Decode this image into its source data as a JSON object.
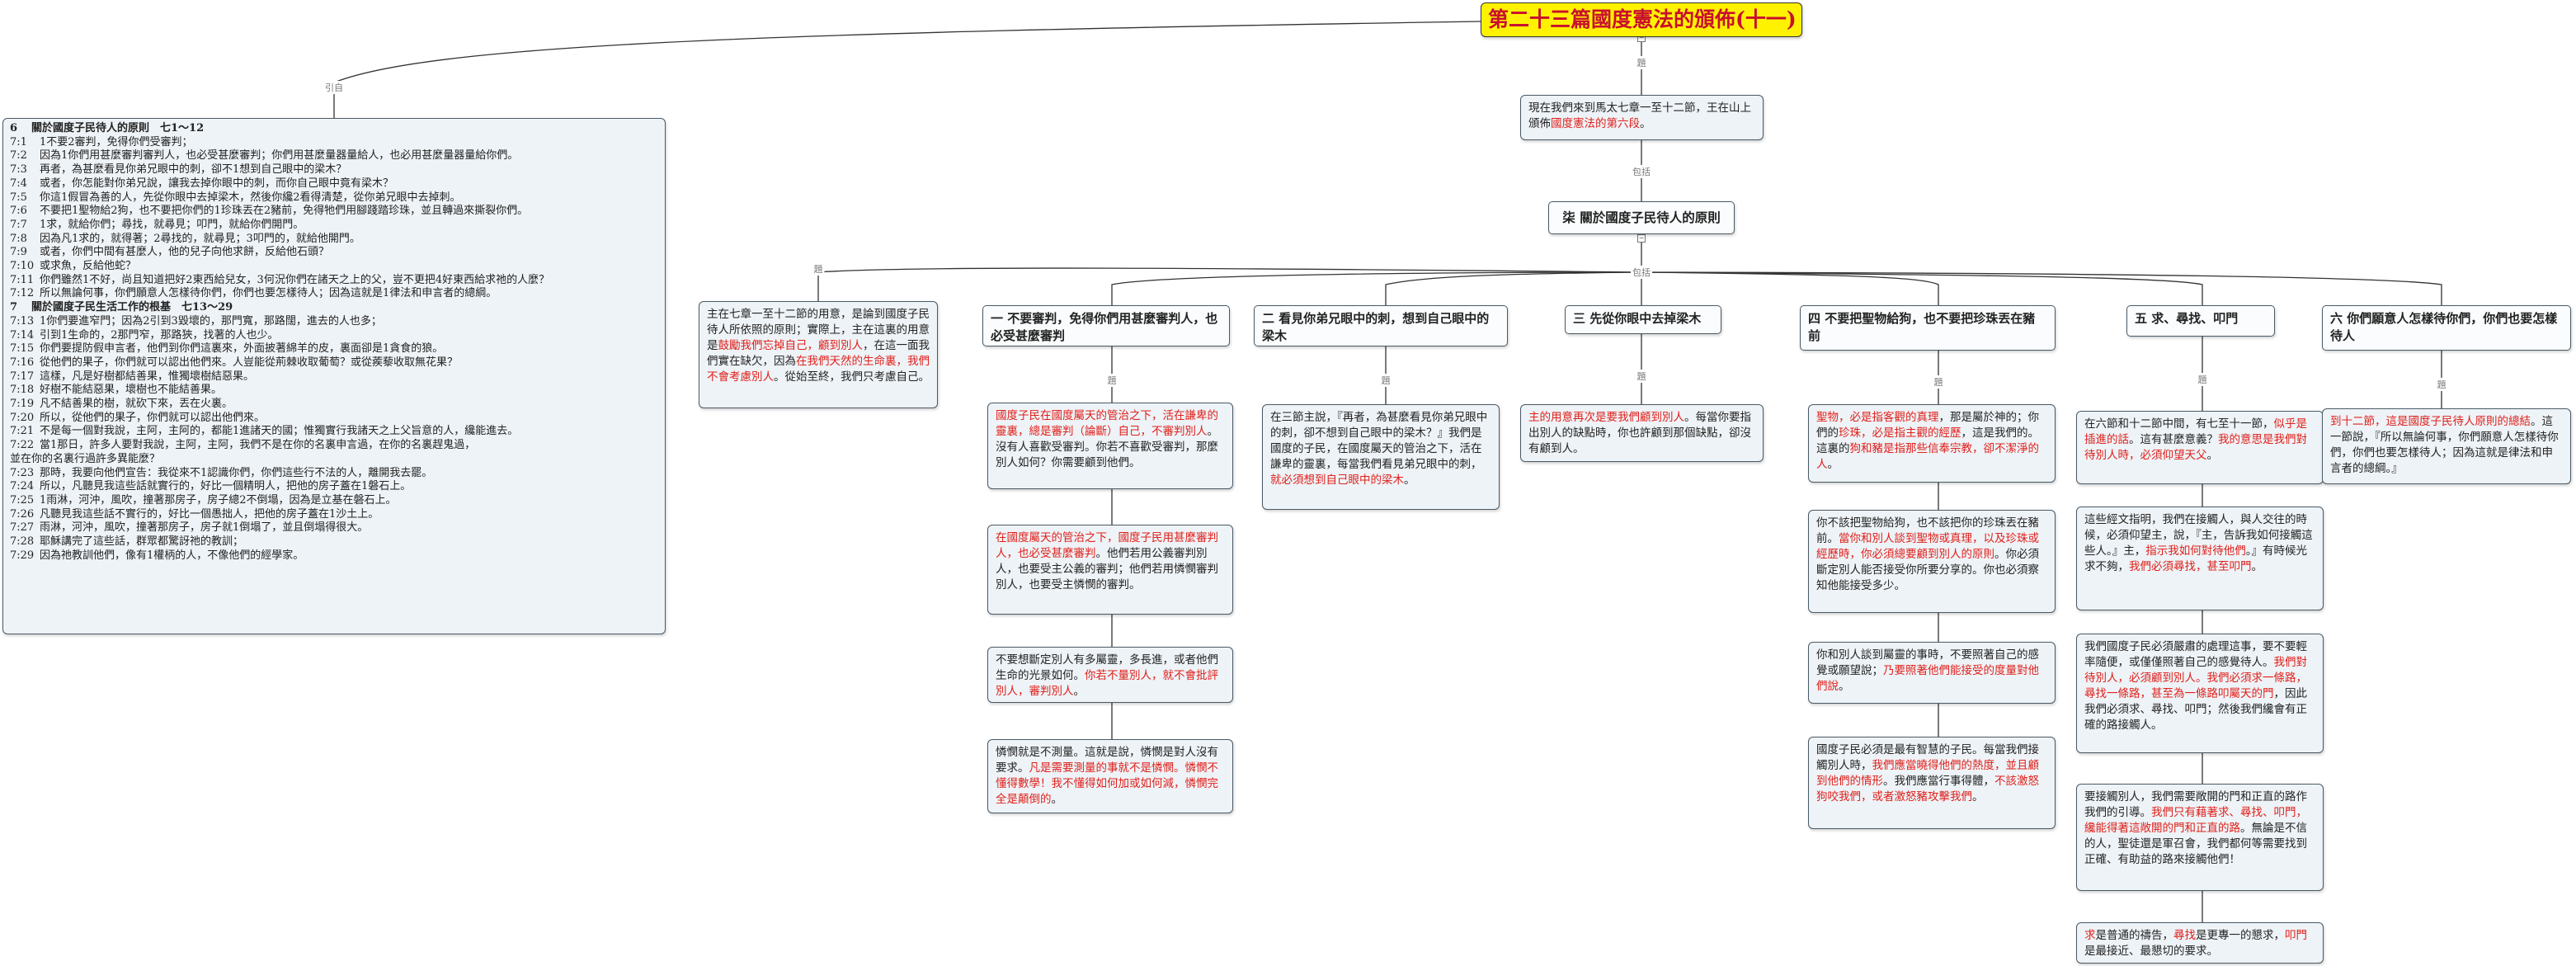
{
  "root": {
    "title": "第二十三篇國度憲法的頒佈(十一)"
  },
  "labels": {
    "ref": "引自",
    "root_to_intro": "題",
    "intro_to_section": "包括",
    "section_to_children": "包括",
    "sub": "題"
  },
  "intro": [
    {
      "t": "現在我們來到馬太七章一至十二節，王在山上頒佈",
      "r": false
    },
    {
      "t": "國度憲法的第六段",
      "r": true
    },
    {
      "t": "。",
      "r": false
    }
  ],
  "section": {
    "title": "柒 關於國度子民待人的原則"
  },
  "overview": [
    {
      "t": "主在七章一至十二節的用意，是論到國度子民待人所依照的原則；實際上，主在這裏的用意是",
      "r": false
    },
    {
      "t": "鼓勵我們忘掉自己，顧到別人",
      "r": true
    },
    {
      "t": "，在這一面我們實在缺欠，因為",
      "r": false
    },
    {
      "t": "在我們天然的生命裏，我們不會考慮別人",
      "r": true
    },
    {
      "t": "。從始至終，我們只考慮自己。",
      "r": false
    }
  ],
  "columns": [
    {
      "title": "一 不要審判，免得你們用甚麼審判人，也必受甚麼審判",
      "notes": [
        [
          {
            "t": "國度子民在國度屬天的管治之下，活在謙卑的靈裏，總是審判（論斷）自己，不審判別人",
            "r": true
          },
          {
            "t": "。沒有人喜歡受審判。你若不喜歡受審判，那麼別人如何？你需要顧到他們。",
            "r": false
          }
        ],
        [
          {
            "t": "在國度屬天的管治之下，國度子民用甚麼審判人，也必受甚麼審判",
            "r": true
          },
          {
            "t": "。他們若用公義審判別人，也要受主公義的審判；他們若用憐憫審判別人，也要受主憐憫的審判。",
            "r": false
          }
        ],
        [
          {
            "t": "不要想斷定別人有多屬靈，多長進，或者他們生命的光景如何。",
            "r": false
          },
          {
            "t": "你若不量別人，就不會批評別人，審判別人",
            "r": true
          },
          {
            "t": "。",
            "r": false
          }
        ],
        [
          {
            "t": "憐憫就是不測量。這就是說，憐憫是對人沒有要求。",
            "r": false
          },
          {
            "t": "凡是需要測量的事就不是憐憫。憐憫不懂得數學！我不懂得如何加或如何減，憐憫完全是顛倒的",
            "r": true
          },
          {
            "t": "。",
            "r": false
          }
        ]
      ]
    },
    {
      "title": "二 看見你弟兄眼中的刺，想到自己眼中的梁木",
      "notes": [
        [
          {
            "t": "在三節主說，『再者，為甚麼看見你弟兄眼中的刺，卻不想到自己眼中的梁木？』我們是國度的子民，在國度屬天的管治之下，活在謙卑的靈裏，每當我們看見弟兄眼中的刺，",
            "r": false
          },
          {
            "t": "就必須想到自己眼中的梁木",
            "r": true
          },
          {
            "t": "。",
            "r": false
          }
        ]
      ]
    },
    {
      "title": "三 先從你眼中去掉梁木",
      "notes": [
        [
          {
            "t": "主的用意再次是要我們顧到別人",
            "r": true
          },
          {
            "t": "。每當你要指出別人的缺點時，你也許顧到那個缺點，卻沒有顧到人。",
            "r": false
          }
        ]
      ]
    },
    {
      "title": "四 不要把聖物給狗，也不要把珍珠丟在豬前",
      "notes": [
        [
          {
            "t": "聖物，必是指客觀的真理",
            "r": true
          },
          {
            "t": "，那是屬於神的；你們的",
            "r": false
          },
          {
            "t": "珍珠，必是指主觀的經歷",
            "r": true
          },
          {
            "t": "，這是我們的。這裏的",
            "r": false
          },
          {
            "t": "狗和豬是指那些信奉宗教，卻不潔淨的人",
            "r": true
          },
          {
            "t": "。",
            "r": false
          }
        ],
        [
          {
            "t": "你不該把聖物給狗，也不該把你的珍珠丟在豬前。",
            "r": false
          },
          {
            "t": "當你和別人談到聖物或真理，以及珍珠或經歷時，你必須總要顧到別人的原則",
            "r": true
          },
          {
            "t": "。你必須斷定別人能否接受你所要分享的。你也必須察知他能接受多少。",
            "r": false
          }
        ],
        [
          {
            "t": "你和別人談到屬靈的事時，不要照著自己的感覺或願望說；",
            "r": false
          },
          {
            "t": "乃要照著他們能接受的度量對他們說",
            "r": true
          },
          {
            "t": "。",
            "r": false
          }
        ],
        [
          {
            "t": "國度子民必須是最有智慧的子民。每當我們接觸別人時，",
            "r": false
          },
          {
            "t": "我們應當曉得他們的熱度，並且顧到他們的情形",
            "r": true
          },
          {
            "t": "。我們應當行事得體，",
            "r": false
          },
          {
            "t": "不該激怒狗咬我們，或者激怒豬攻擊我們",
            "r": true
          },
          {
            "t": "。",
            "r": false
          }
        ]
      ]
    },
    {
      "title": "五 求、尋找、叩門",
      "notes": [
        [
          {
            "t": "在六節和十二節中間，有七至十一節，",
            "r": false
          },
          {
            "t": "似乎是插進的話",
            "r": true
          },
          {
            "t": "。這有甚麼意義？",
            "r": false
          },
          {
            "t": "我的意思是我們對待別人時，必須仰望天父",
            "r": true
          },
          {
            "t": "。",
            "r": false
          }
        ],
        [
          {
            "t": "這些經文指明，我們在接觸人，與人交往的時候，必須仰望主，說，『主，告訴我如何接觸這些人。』主，",
            "r": false
          },
          {
            "t": "指示我如何對待他們",
            "r": true
          },
          {
            "t": "。』有時候光求不夠，",
            "r": false
          },
          {
            "t": "我們必須尋找，甚至叩門",
            "r": true
          },
          {
            "t": "。",
            "r": false
          }
        ],
        [
          {
            "t": "我們國度子民必須嚴肅的處理這事，要不要輕率隨便，或僅僅照著自己的感覺待人。",
            "r": false
          },
          {
            "t": "我們對待別人，必須顧到別人。我們必須求一條路，尋找一條路，甚至為一條路叩屬天的門",
            "r": true
          },
          {
            "t": "，因此我們必須求、尋找、叩門；然後我們纔會有正確的路接觸人。",
            "r": false
          }
        ],
        [
          {
            "t": "要接觸別人，我們需要敞開的門和正直的路作我們的引導。",
            "r": false
          },
          {
            "t": "我們只有藉著求、尋找、叩門，纔能得著這敞開的門和正直的路",
            "r": true
          },
          {
            "t": "。無論是不信的人，聖徒還是軍召會，我們都何等需要找到正確、有助益的路來接觸他們！",
            "r": false
          }
        ],
        [
          {
            "t": "求",
            "r": true
          },
          {
            "t": "是普通的禱告，",
            "r": false
          },
          {
            "t": "尋找",
            "r": true
          },
          {
            "t": "是更專一的懇求，",
            "r": false
          },
          {
            "t": "叩門",
            "r": true
          },
          {
            "t": "是最接近、最懇切的要求。",
            "r": false
          }
        ]
      ]
    },
    {
      "title": "六 你們願意人怎樣待你們，你們也要怎樣待人",
      "notes": [
        [
          {
            "t": "到十二節，這是國度子民待人原則的總結",
            "r": true
          },
          {
            "t": "。這一節說，『所以無論何事，你們願意人怎樣待你們，你們也要怎樣待人；因為這就是律法和申言者的總綱。』",
            "r": false
          }
        ]
      ]
    }
  ],
  "reference": [
    {
      "h": true,
      "n": "6",
      "t": "關於國度子民待人的原則　七1～12"
    },
    {
      "n": "7:1",
      "t": "1不要2審判，免得你們受審判；"
    },
    {
      "n": "7:2",
      "t": "因為1你們用甚麼審判審判人，也必受甚麼審判；你們用甚麼量器量給人，也必用甚麼量器量給你們。"
    },
    {
      "n": "7:3",
      "t": "再者，為甚麼看見你弟兄眼中的刺，卻不1想到自己眼中的梁木？"
    },
    {
      "n": "7:4",
      "t": "或者，你怎能對你弟兄說，讓我去掉你眼中的刺，而你自己眼中竟有梁木？"
    },
    {
      "n": "7:5",
      "t": "你這1假冒為善的人，先從你眼中去掉梁木，然後你纔2看得清楚，從你弟兄眼中去掉刺。"
    },
    {
      "n": "7:6",
      "t": "不要把1聖物給2狗，也不要把你們的1珍珠丟在2豬前，免得牠們用腳踐踏珍珠，並且轉過來撕裂你們。"
    },
    {
      "n": "7:7",
      "t": "1求，就給你們；尋找，就尋見；叩門，就給你們開門。"
    },
    {
      "n": "7:8",
      "t": "因為凡1求的，就得著；2尋找的，就尋見；3叩門的，就給他開門。"
    },
    {
      "n": "7:9",
      "t": "或者，你們中間有甚麼人，他的兒子向他求餅，反給他石頭？"
    },
    {
      "n": "7:10",
      "t": "或求魚，反給他蛇？"
    },
    {
      "n": "7:11",
      "t": "你們雖然1不好，尚且知道把好2東西給兒女，3何況你們在諸天之上的父，豈不更把4好東西給求祂的人麼？"
    },
    {
      "n": "7:12",
      "t": "所以無論何事，你們願意人怎樣待你們，你們也要怎樣待人；因為這就是1律法和申言者的總綱。"
    },
    {
      "h": true,
      "n": "7",
      "t": "關於國度子民生活工作的根基　七13～29"
    },
    {
      "n": "7:13",
      "t": "1你們要進窄門；因為2引到3毀壞的，那門寬，那路闊，進去的人也多；"
    },
    {
      "n": "7:14",
      "t": "引到1生命的，2那門窄，那路狹，找著的人也少。"
    },
    {
      "n": "7:15",
      "t": "你們要提防假申言者，他們到你們這裏來，外面披著綿羊的皮，裏面卻是1貪食的狼。"
    },
    {
      "n": "7:16",
      "t": "從他們的果子，你們就可以認出他們來。人豈能從荊棘收取葡萄？或從蒺藜收取無花果？"
    },
    {
      "n": "7:17",
      "t": "這樣，凡是好樹都結善果，惟獨壞樹結惡果。"
    },
    {
      "n": "7:18",
      "t": "好樹不能結惡果，壞樹也不能結善果。"
    },
    {
      "n": "7:19",
      "t": "凡不結善果的樹，就砍下來，丟在火裏。"
    },
    {
      "n": "7:20",
      "t": "所以，從他們的果子，你們就可以認出他們來。"
    },
    {
      "n": "7:21",
      "t": "不是每一個對我說，主阿，主阿的，都能1進諸天的國；惟獨實行我諸天之上父旨意的人，纔能進去。"
    },
    {
      "n": "7:22",
      "t": "當1那日，許多人要對我說，主阿，主阿，我們不是在你的名裏申言過，在你的名裏趕鬼過，"
    },
    {
      "c": true,
      "t": "並在你的名裏行過許多異能麼？"
    },
    {
      "n": "7:23",
      "t": "那時，我要向他們宣告：我從來不1認識你們，你們這些行不法的人，離開我去罷。"
    },
    {
      "n": "7:24",
      "t": "所以，凡聽見我這些話就實行的，好比一個精明人，把他的房子蓋在1磐石上。"
    },
    {
      "n": "7:25",
      "t": "1雨淋，河沖，風吹，撞著那房子，房子總2不倒塌，因為是立基在磐石上。"
    },
    {
      "n": "7:26",
      "t": "凡聽見我這些話不實行的，好比一個愚拙人，把他的房子蓋在1沙土上。"
    },
    {
      "n": "7:27",
      "t": "雨淋，河沖，風吹，撞著那房子，房子就1倒塌了，並且倒塌得很大。"
    },
    {
      "n": "7:28",
      "t": "耶穌講完了這些話，群眾都驚訝祂的教訓；"
    },
    {
      "n": "7:29",
      "t": "因為祂教訓他們，像有1權柄的人，不像他們的經學家。"
    }
  ]
}
